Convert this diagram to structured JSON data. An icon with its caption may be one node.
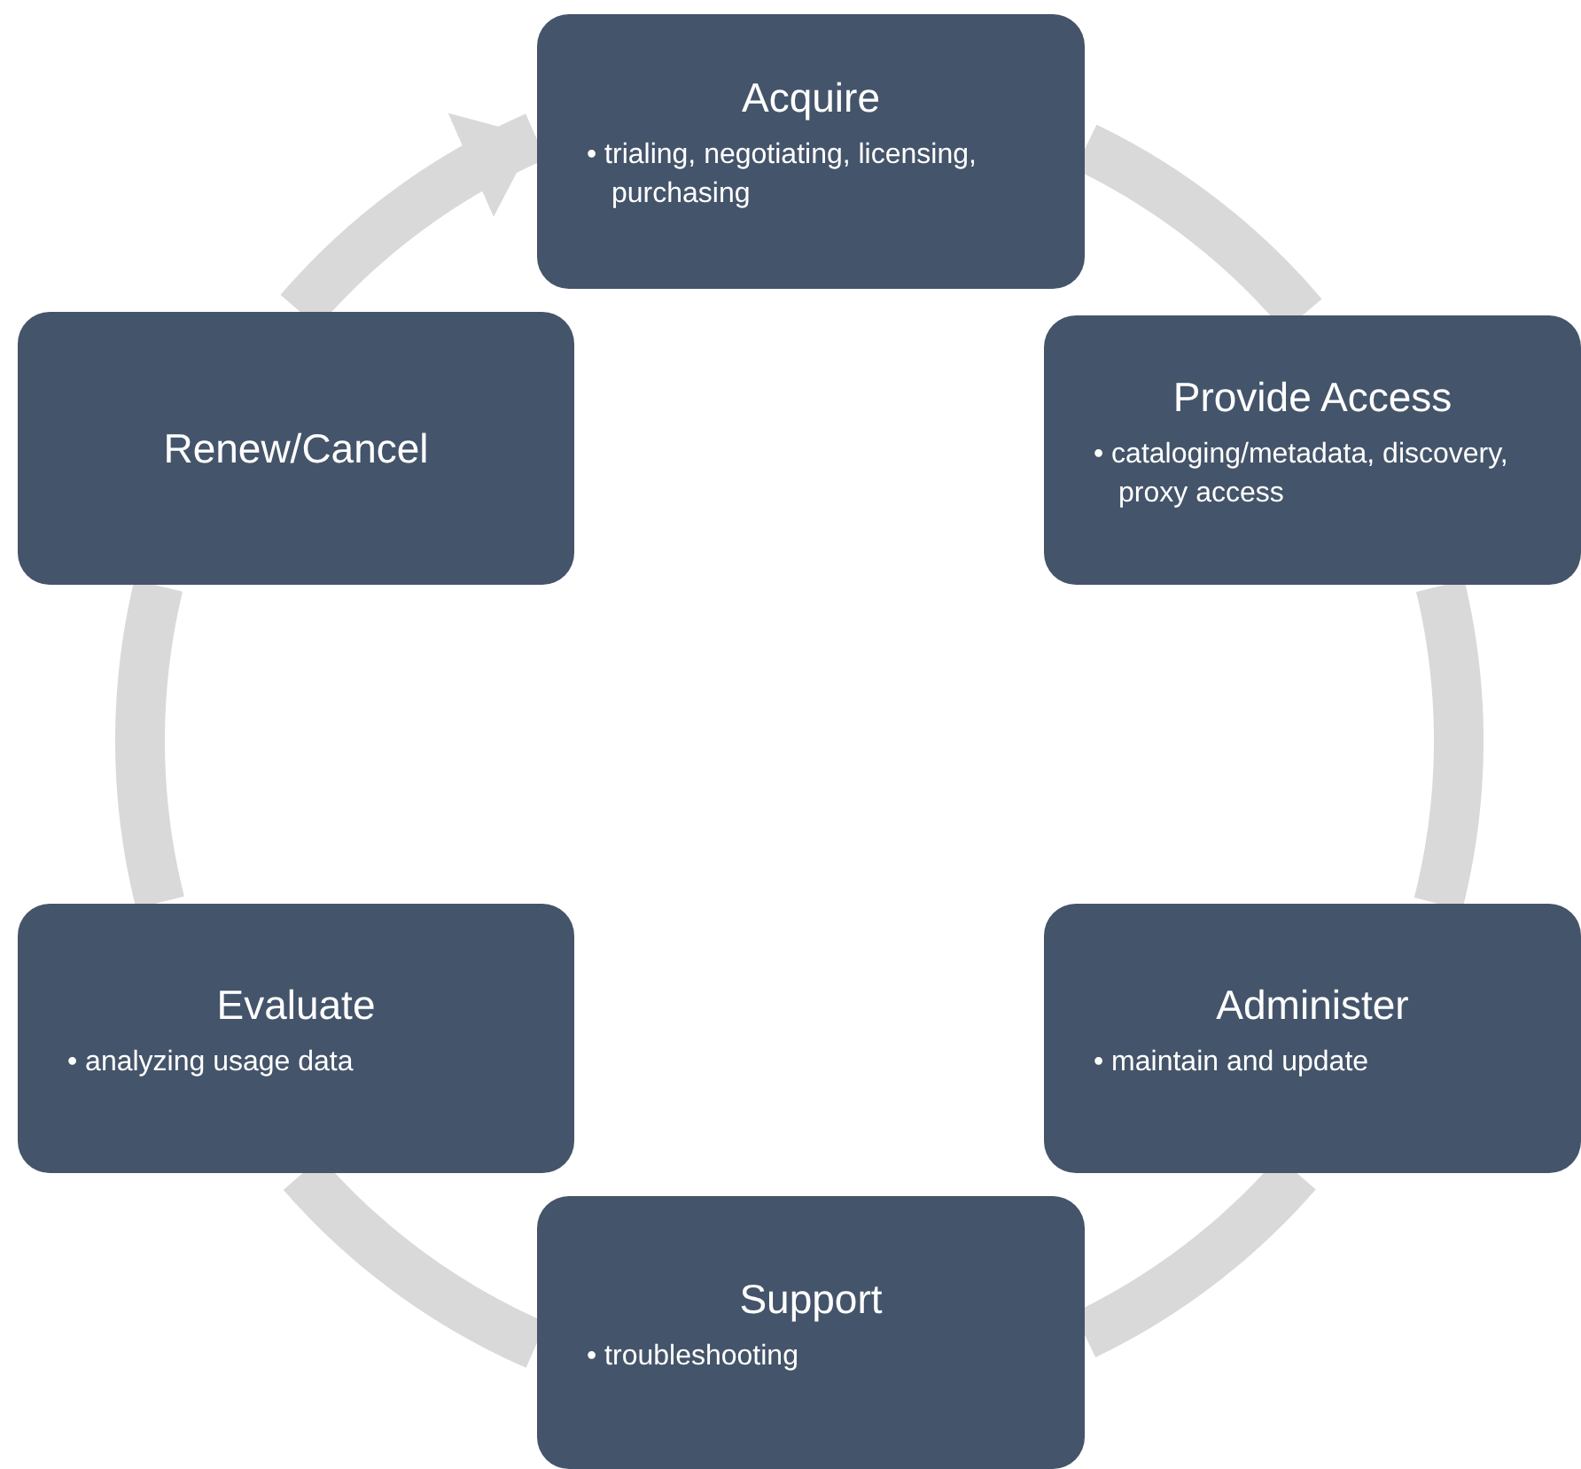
{
  "diagram": {
    "nodes": [
      {
        "text": [
          "Acquire",
          "• trialing, negotiating, licensing, purchasing"
        ]
      },
      {
        "text": [
          "Provide Access",
          "• cataloging/metadata, discovery, proxy access"
        ]
      },
      {
        "text": [
          "Administer",
          "• maintain and update"
        ]
      },
      {
        "text": [
          "Support",
          "• troubleshooting"
        ]
      },
      {
        "text": [
          "Evaluate",
          "• analyzing usage data"
        ]
      },
      {
        "text": [
          "Renew/Cancel"
        ]
      }
    ],
    "edges": [
      {
        "from": 0,
        "to": 1,
        "arrow": "none"
      },
      {
        "from": 1,
        "to": 2,
        "arrow": "none"
      },
      {
        "from": 2,
        "to": 3,
        "arrow": "none"
      },
      {
        "from": 3,
        "to": 4,
        "arrow": "none"
      },
      {
        "from": 4,
        "to": 5,
        "arrow": "none"
      },
      {
        "from": 5,
        "to": 0,
        "arrow": "to"
      }
    ]
  }
}
